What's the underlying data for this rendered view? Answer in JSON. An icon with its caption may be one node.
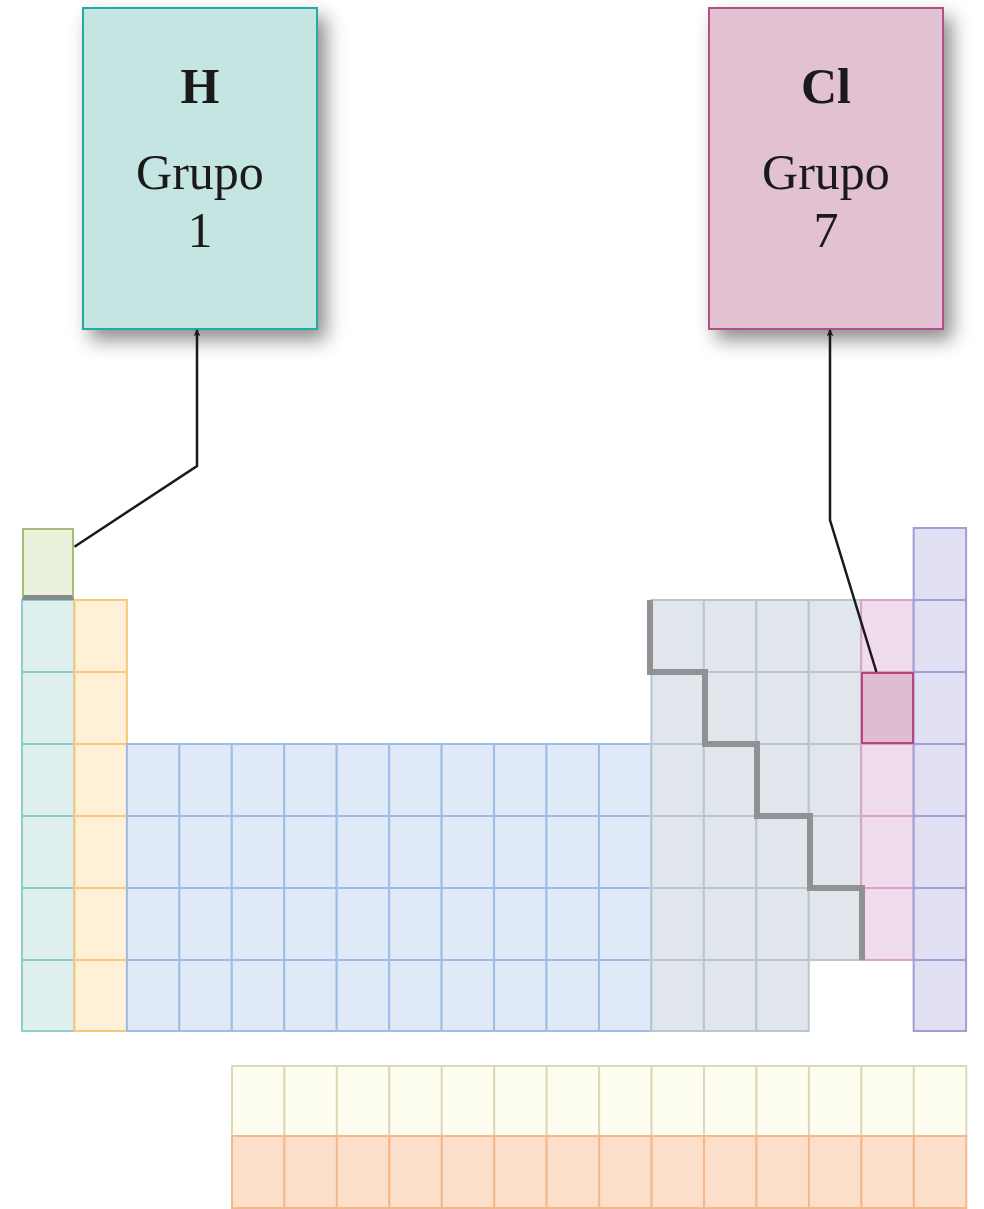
{
  "diagram": {
    "nodes": [
      {
        "text": [
          "H",
          "Grupo 1"
        ]
      },
      {
        "text": [
          "Cl",
          "Grupo 7"
        ]
      },
      {
        "text": [],
        "shape": "box"
      },
      {
        "text": [],
        "shape": "box"
      }
    ],
    "edges": [
      {
        "from": 2,
        "to": 0,
        "arrow": "to"
      },
      {
        "from": 3,
        "to": 1,
        "arrow": "to"
      }
    ]
  }
}
